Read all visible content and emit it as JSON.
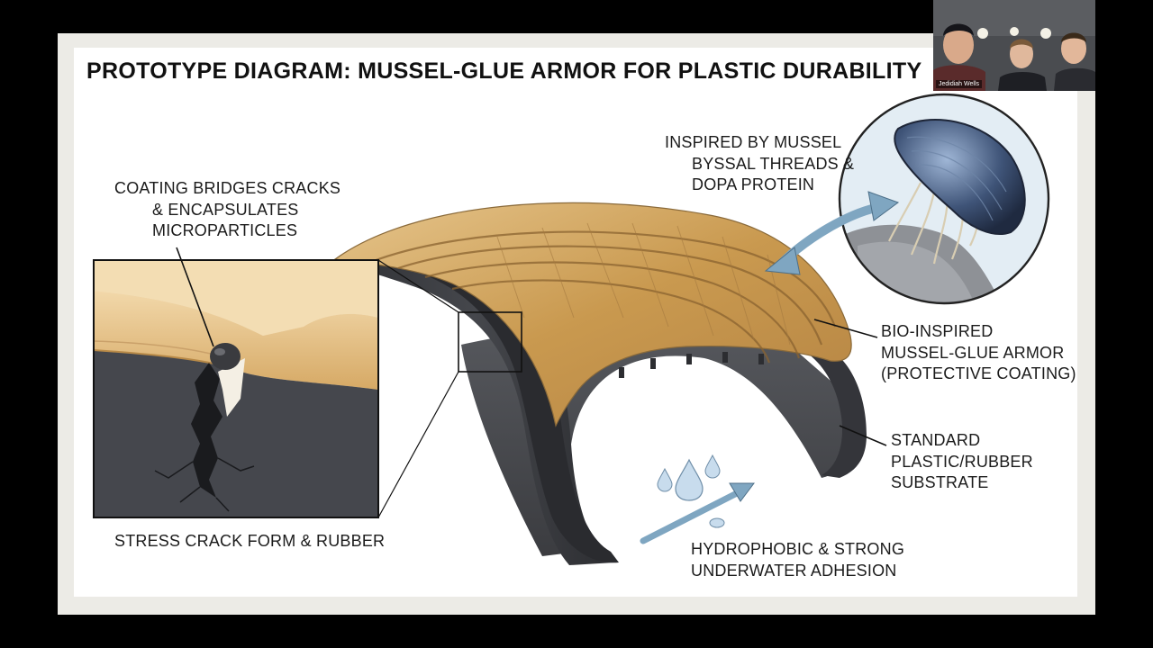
{
  "slide": {
    "title": "PROTOTYPE DIAGRAM: MUSSEL-GLUE ARMOR FOR  PLASTIC DURABILITY",
    "labels": {
      "coating": [
        "COATING BRIDGES CRACKS",
        "& ENCAPSULATES",
        "MICROPARTICLES"
      ],
      "mussel": [
        "INSPIRED BY MUSSEL",
        "BYSSAL THREADS &",
        "DOPA PROTEIN"
      ],
      "armor": [
        "BIO-INSPIRED",
        "MUSSEL-GLUE ARMOR",
        "(PROTECTIVE COATING)"
      ],
      "substrate": [
        "STANDARD",
        "PLASTIC/RUBBER",
        "SUBSTRATE"
      ],
      "crack": "STRESS CRACK FORM & RUBBER",
      "hydrophobic": [
        "HYDROPHOBIC & STRONG",
        "UNDERWATER ADHESION"
      ]
    }
  },
  "video_call": {
    "participant_name": "Jedidiah Wells"
  },
  "colors": {
    "background": "#000000",
    "slide": "#ffffff",
    "coating": "#c89a5a",
    "rubber": "#3a3b3f",
    "mussel_circle": "#dfeaf2",
    "arrow": "#8fb3cc"
  }
}
